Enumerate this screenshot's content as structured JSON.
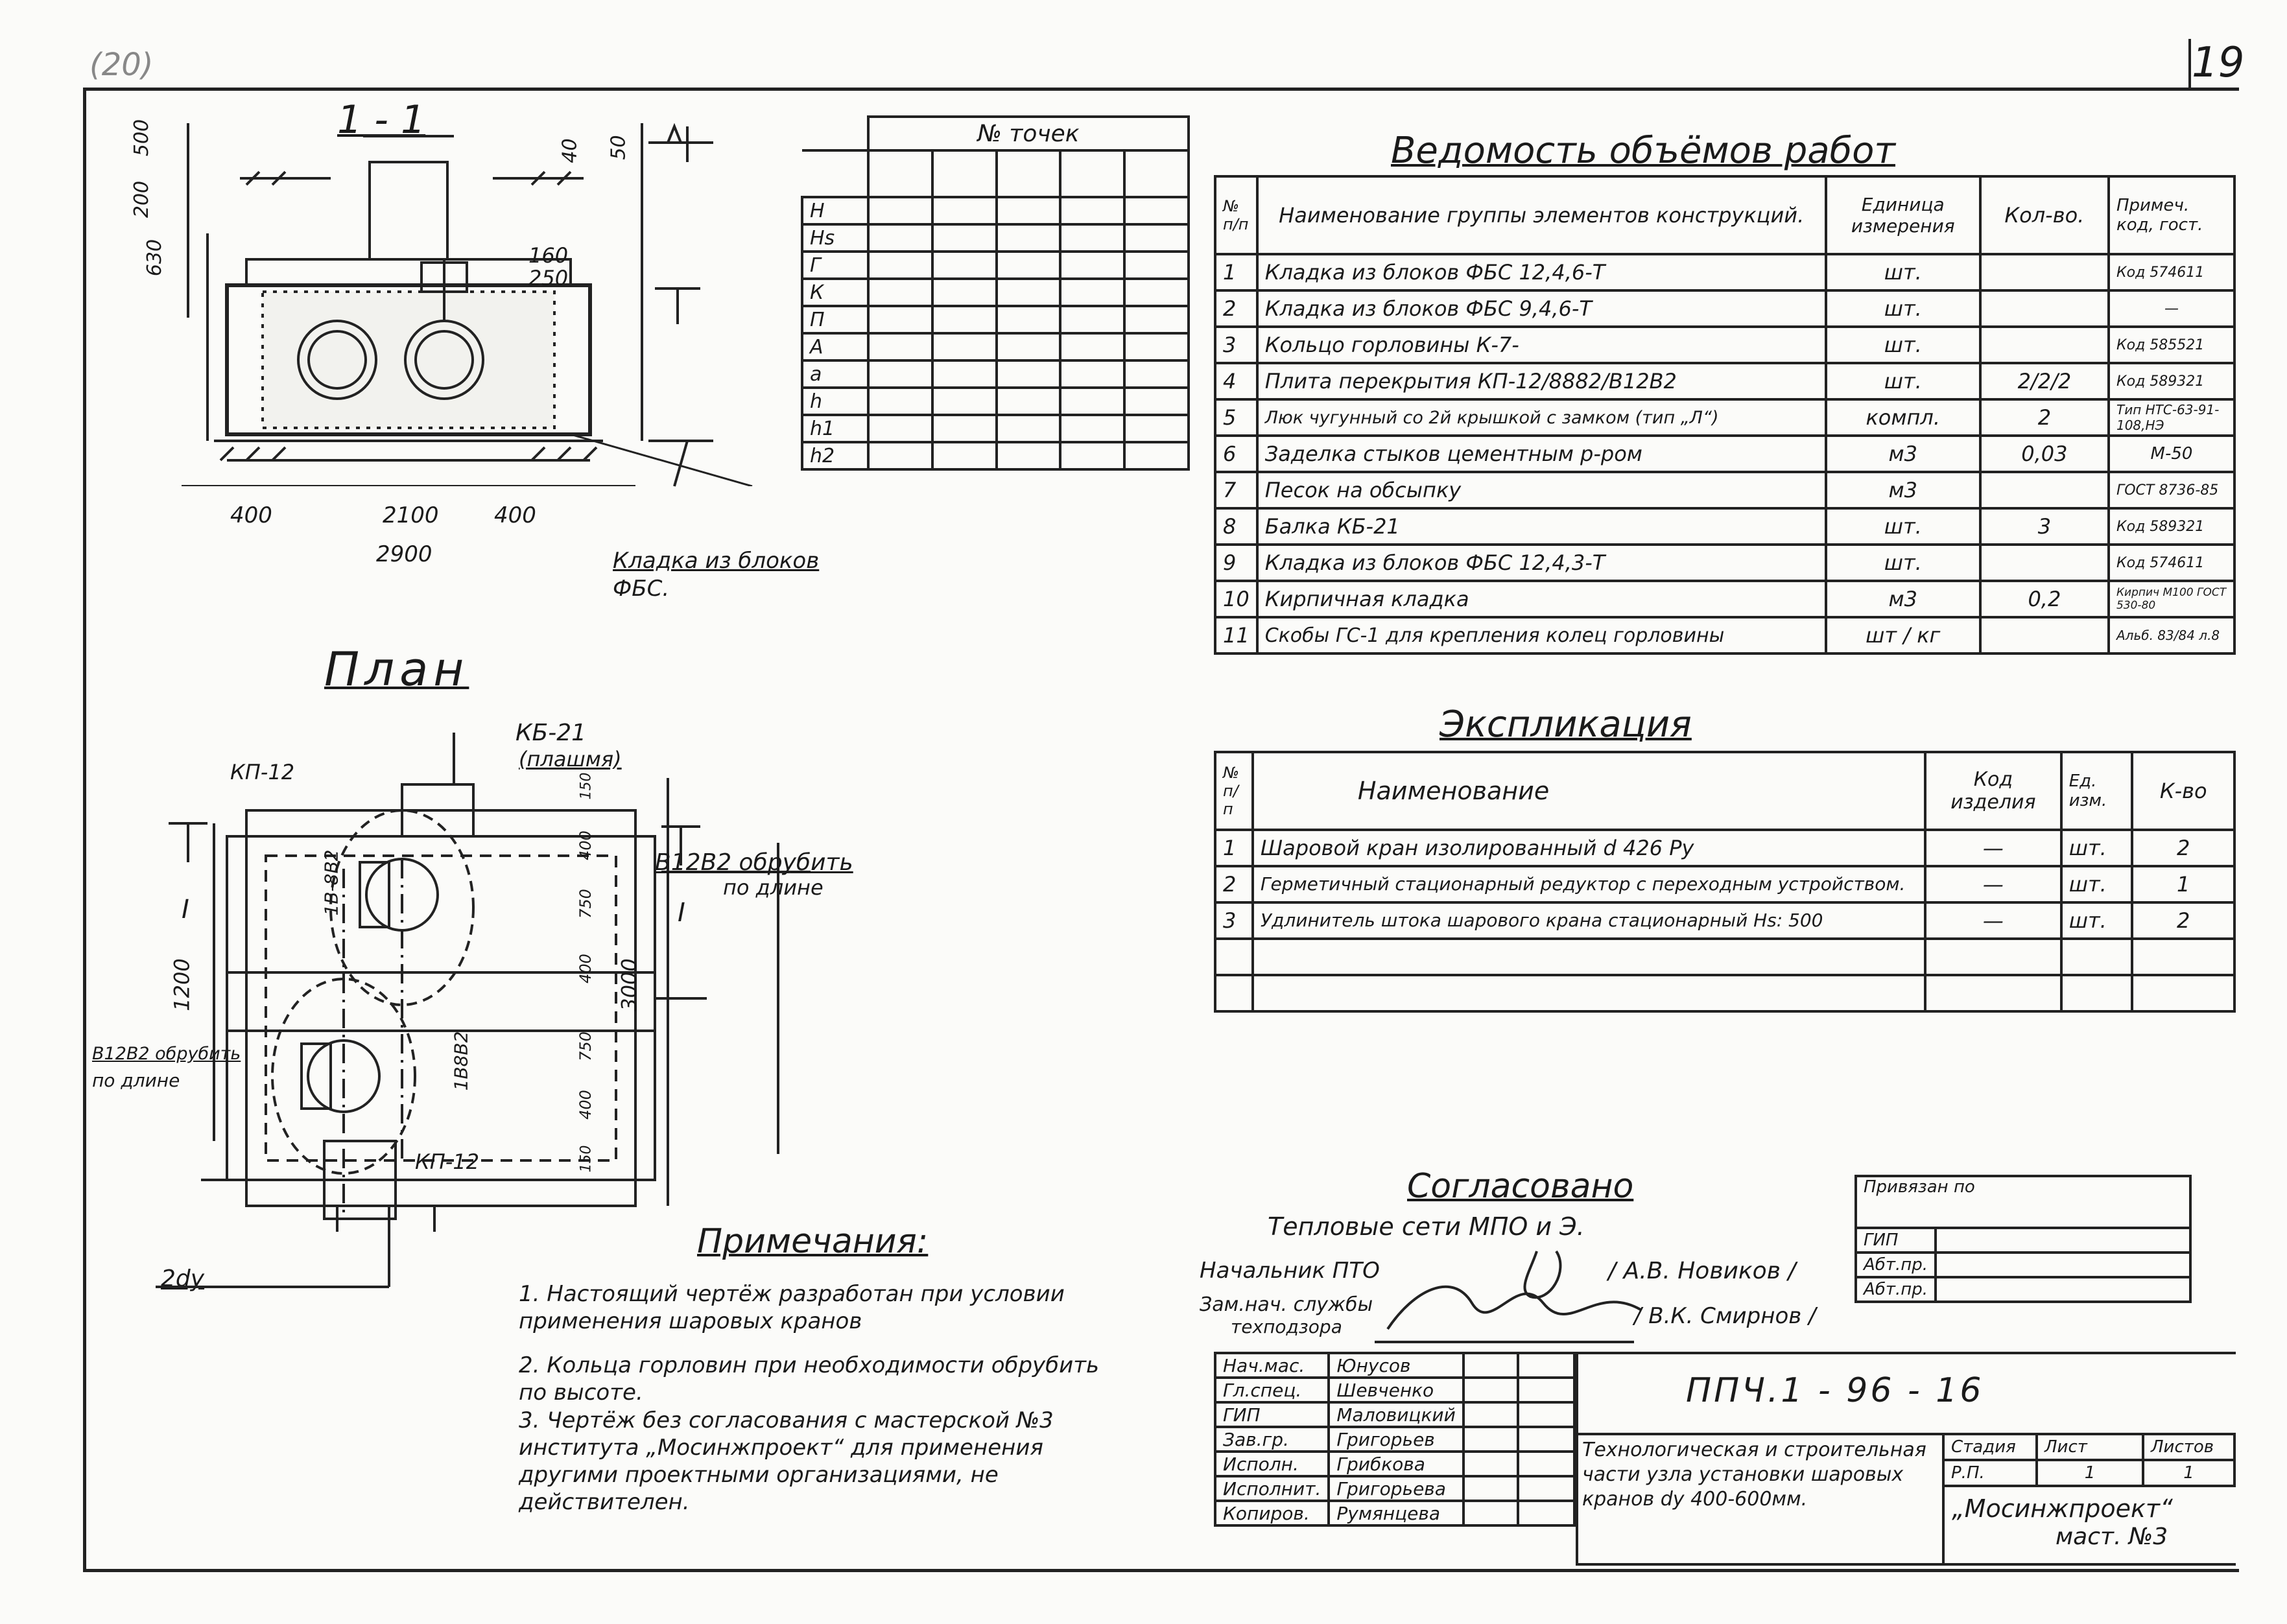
{
  "header": {
    "sheet_number": "19",
    "corner_mark": "(20)"
  },
  "section_view": {
    "title": "1 - 1",
    "dims_left": [
      "500",
      "200",
      "630"
    ],
    "dims_right_top": [
      "40",
      "50"
    ],
    "dims_side": [
      "160",
      "250"
    ],
    "dims_bottom": [
      "400",
      "2100",
      "400"
    ],
    "dims_total": "2900",
    "callout_line1": "Кладка из блоков",
    "callout_line2": "ФБС."
  },
  "points_table": {
    "header": "№ точек",
    "rows": [
      "Н",
      "Hs",
      "Г",
      "К",
      "П",
      "А",
      "а",
      "h",
      "h1",
      "h2"
    ]
  },
  "plan_view": {
    "title": "План",
    "label_kb": "КБ-21",
    "label_plashmya": "(плашмя)",
    "label_kp_top": "КП-12",
    "label_kp_bottom": "КП-12",
    "label_b_top": "В12В2 обрубить",
    "label_b_top2": "по длине",
    "label_b_left": "В12В2 обрубить",
    "label_b_left2": "по длине",
    "label_block1": "1В-8В2",
    "label_block2": "1В8В2",
    "section_mark": "I",
    "dims_right": [
      "150",
      "400",
      "750",
      "400",
      "750",
      "400",
      "150"
    ],
    "dim_total": "3000",
    "dim_left": "1200",
    "label_2dy": "2dy"
  },
  "works": {
    "title": "Ведомость объёмов работ",
    "headers": [
      "№ п/п",
      "Наименование группы элементов конструкций.",
      "Единица измерения",
      "Кол-во.",
      "Примеч. код, гост."
    ],
    "rows": [
      [
        "1",
        "Кладка из блоков ФБС 12,4,6-Т",
        "шт.",
        "",
        "Код 574611"
      ],
      [
        "2",
        "Кладка из блоков ФБС 9,4,6-Т",
        "шт.",
        "",
        "—"
      ],
      [
        "3",
        "Кольцо горловины К-7-",
        "шт.",
        "",
        "Код 585521"
      ],
      [
        "4",
        "Плита перекрытия КП-12/8882/В12В2",
        "шт.",
        "2/2/2",
        "Код 589321"
      ],
      [
        "5",
        "Люк чугунный со 2й крышкой с замком (тип „Л“)",
        "компл.",
        "2",
        "Тип НТС-63-91-108,НЭ"
      ],
      [
        "6",
        "Заделка стыков цементным р-ром",
        "м3",
        "0,03",
        "М-50"
      ],
      [
        "7",
        "Песок на обсыпку",
        "м3",
        "",
        "ГОСТ 8736-85"
      ],
      [
        "8",
        "Балка КБ-21",
        "шт.",
        "3",
        "Код 589321"
      ],
      [
        "9",
        "Кладка из блоков ФБС 12,4,3-Т",
        "шт.",
        "",
        "Код 574611"
      ],
      [
        "10",
        "Кирпичная кладка",
        "м3",
        "0,2",
        "Кирпич М100 ГОСТ 530-80"
      ],
      [
        "11",
        "Скобы ГС-1 для крепления колец горловины",
        "шт / кг",
        "",
        "Альб. 83/84 л.8"
      ]
    ]
  },
  "explication": {
    "title": "Экспликация",
    "headers": [
      "№ п/п",
      "Наименование",
      "Код изделия",
      "Ед. изм.",
      "К-во"
    ],
    "rows": [
      [
        "1",
        "Шаровой кран изолированный d 426 Ру",
        "—",
        "шт.",
        "2"
      ],
      [
        "2",
        "Герметичный стационарный редуктор с переходным устройством.",
        "—",
        "шт.",
        "1"
      ],
      [
        "3",
        "Удлинитель штока шарового крана стационарный Hs: 500",
        "—",
        "шт.",
        "2"
      ],
      [
        "",
        "",
        "",
        "",
        ""
      ],
      [
        "",
        "",
        "",
        "",
        ""
      ]
    ]
  },
  "approval": {
    "title": "Согласовано",
    "org": "Тепловые сети МПО и Э.",
    "role1": "Начальник ПТО",
    "name1": "/ А.В. Новиков /",
    "role2a": "Зам.нач. службы",
    "role2b": "техподзора",
    "name2": "/ В.К. Смирнов /"
  },
  "notes": {
    "title": "Примечания:",
    "items": [
      "1. Настоящий чертёж разработан при условии применения шаровых кранов",
      "2. Кольца горловин при необходимости обрубить по высоте.",
      "3. Чертёж без согласования с мастерской №3 института „Мосинжпроект“ для применения другими проектными организациями, не действителен."
    ]
  },
  "binding": {
    "title": "Привязан по",
    "rows": [
      "ГИП",
      "Абт.пр.",
      "Абт.пр."
    ]
  },
  "stamp": {
    "code": "ППЧ.1 - 96 - 16",
    "staff": [
      [
        "Нач.мас.",
        "Юнусов"
      ],
      [
        "Гл.спец.",
        "Шевченко"
      ],
      [
        "ГИП",
        "Маловицкий"
      ],
      [
        "Зав.гр.",
        "Григорьев"
      ],
      [
        "Исполн.",
        "Грибкова"
      ],
      [
        "Исполнит.",
        "Григорьева"
      ],
      [
        "Копиров.",
        "Румянцева"
      ]
    ],
    "description": "Технологическая и строительная части узла установки шаровых кранов dу 400-600мм.",
    "stage_label": "Стадия",
    "sheet_label": "Лист",
    "sheets_label": "Листов",
    "stage": "Р.П.",
    "sheet": "1",
    "sheets": "1",
    "org": "„Мосинжпроект“",
    "org2": "маст. №3"
  }
}
